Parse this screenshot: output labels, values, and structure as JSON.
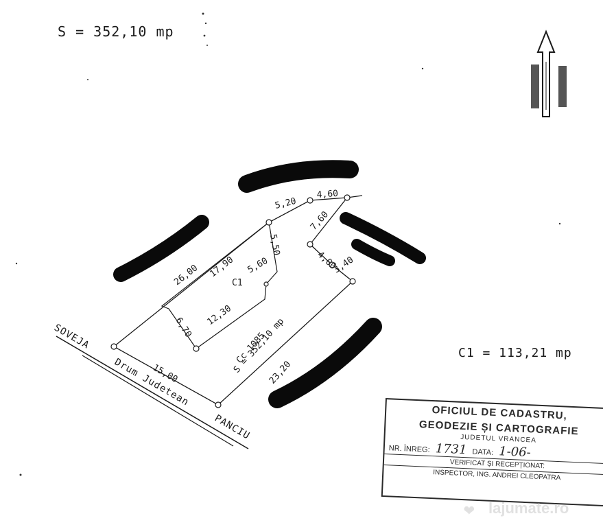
{
  "total_area": "S = 352,10 mp",
  "c1_area": "C1 = 113,21 mp",
  "parcel": {
    "cadastral_number": "Cc 1085",
    "area": "S = 352,10 mp",
    "building": "C1"
  },
  "dimensions": {
    "d_26_00": "26,00",
    "d_17_90": "17,90",
    "d_5_20": "5,20",
    "d_4_60": "4,60",
    "d_7_60": "7,60",
    "d_5_50": "5,50",
    "d_5_60": "5,60",
    "d_4_00": "4,00",
    "d_3_40": "3,40",
    "d_12_30": "12,30",
    "d_6_70": "6,70",
    "d_15_00": "15,00",
    "d_23_20": "23,20"
  },
  "road": {
    "left": "SOVEJA",
    "name": "Drum Judetean",
    "right": "PANCIU"
  },
  "stamp": {
    "title_line1": "OFICIUL DE CADASTRU,",
    "title_line2": "GEODEZIE ȘI CARTOGRAFIE",
    "county": "JUDETUL VRANCEA",
    "reg_label": "NR. ÎNREG:",
    "reg_value": "1731",
    "date_label": "DATA:",
    "date_value": "1-06-",
    "verified": "VERIFICAT ȘI RECEPȚIONAT:",
    "inspector": "INSPECTOR, ING. ANDREI CLEOPATRA"
  },
  "watermark": "lajumate.ro",
  "colors": {
    "ink": "#1a1a1a",
    "redaction": "#0a0a0a",
    "watermark": "#c8c8c8"
  },
  "icons": [
    "north-arrow-icon",
    "watermark-hands-icon"
  ]
}
